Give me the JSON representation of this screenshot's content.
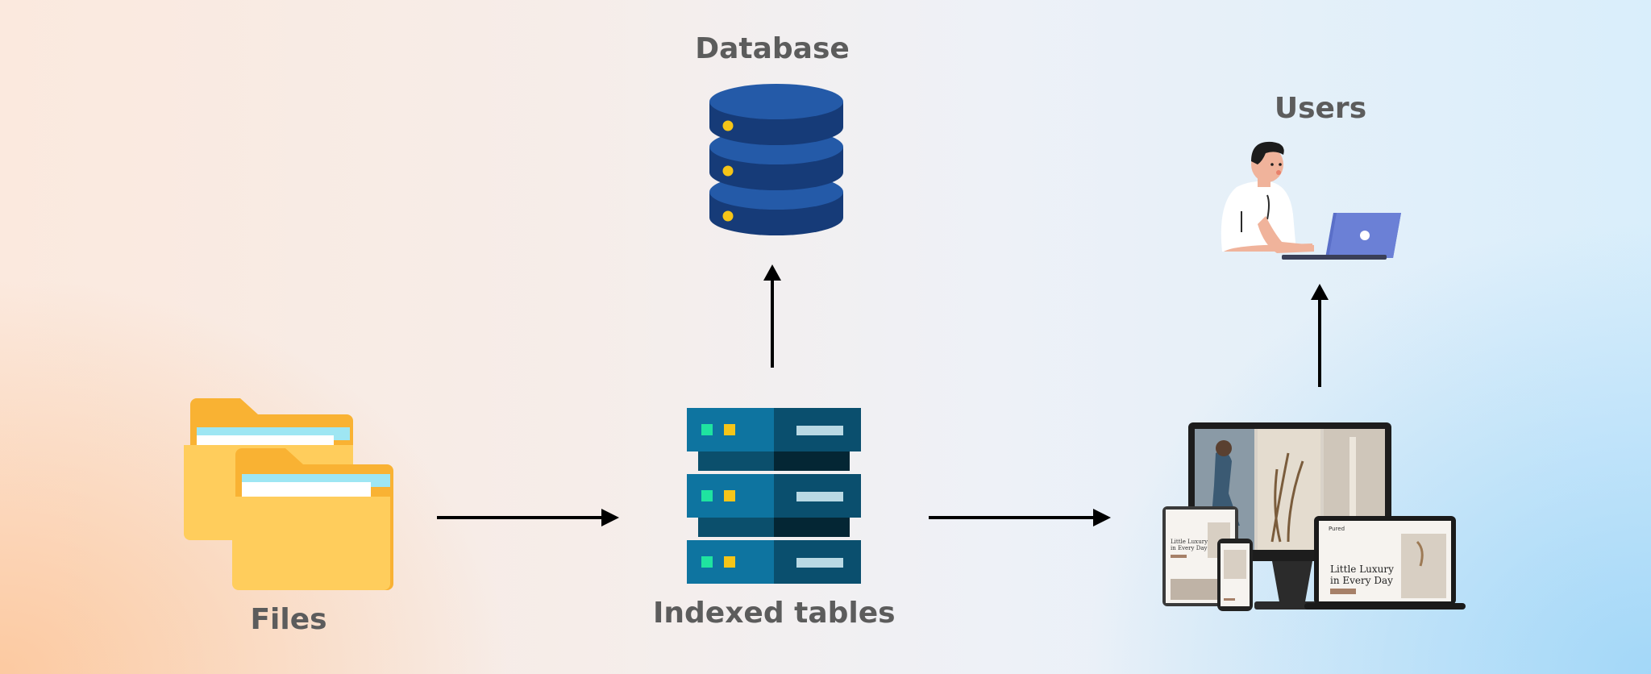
{
  "labels": {
    "database": "Database",
    "users": "Users",
    "files": "Files",
    "indexed_tables": "Indexed tables"
  },
  "icons": {
    "files": "folders-icon",
    "database": "database-icon",
    "server": "server-rack-icon",
    "devices": "responsive-devices-icon",
    "user": "user-laptop-icon"
  },
  "mockup": {
    "headline": "Little Luxury in Every Day",
    "brand": "Pured"
  },
  "colors": {
    "label": "#5c5c5c",
    "folder": "#ffc94f",
    "database": "#1f4f9c",
    "server": "#0e6f97",
    "arrow": "#000000"
  }
}
